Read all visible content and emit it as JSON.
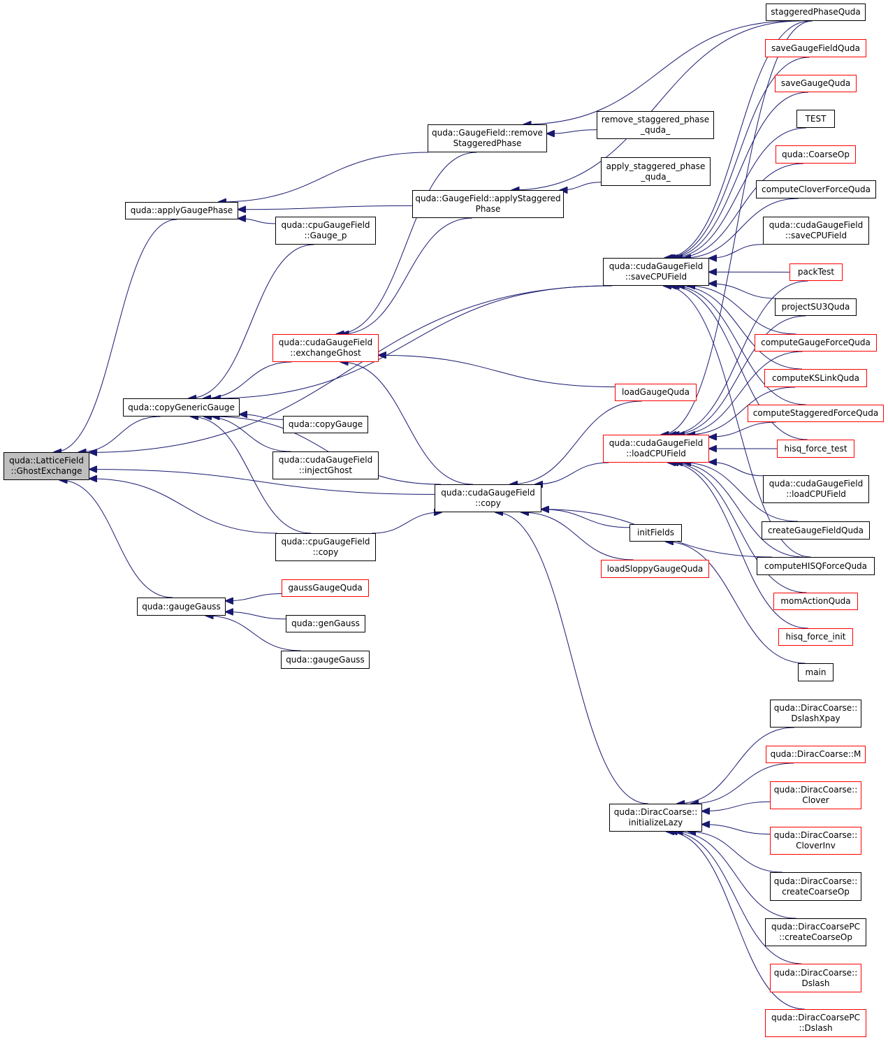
{
  "colors": {
    "edge": "#191970",
    "node_border": "#000000",
    "node_border_truncated": "#ff0000",
    "focus_fill": "#bfbfbf"
  },
  "nodes": [
    {
      "id": "ghost",
      "lines": [
        "quda::LatticeField",
        "::GhostExchange"
      ],
      "style": "focus"
    },
    {
      "id": "applyGP",
      "lines": [
        "quda::applyGaugePhase"
      ],
      "style": "normal"
    },
    {
      "id": "copyGeneric",
      "lines": [
        "quda::copyGenericGauge"
      ],
      "style": "normal"
    },
    {
      "id": "gaugeGauss1",
      "lines": [
        "quda::gaugeGauss"
      ],
      "style": "normal"
    },
    {
      "id": "removeSP",
      "lines": [
        "quda::GaugeField::remove",
        "StaggeredPhase"
      ],
      "style": "normal"
    },
    {
      "id": "applySP",
      "lines": [
        "quda::GaugeField::applyStaggered",
        "Phase"
      ],
      "style": "normal"
    },
    {
      "id": "cpuGauge_p",
      "lines": [
        "quda::cpuGaugeField",
        "::Gauge_p"
      ],
      "style": "normal"
    },
    {
      "id": "exchGhost",
      "lines": [
        "quda::cudaGaugeField",
        "::exchangeGhost"
      ],
      "style": "red"
    },
    {
      "id": "copyGauge",
      "lines": [
        "quda::copyGauge"
      ],
      "style": "normal"
    },
    {
      "id": "injectGhost",
      "lines": [
        "quda::cudaGaugeField",
        "::injectGhost"
      ],
      "style": "normal"
    },
    {
      "id": "cpuCopy",
      "lines": [
        "quda::cpuGaugeField",
        "::copy"
      ],
      "style": "normal"
    },
    {
      "id": "gaussGQ",
      "lines": [
        "gaussGaugeQuda"
      ],
      "style": "red"
    },
    {
      "id": "genGauss",
      "lines": [
        "quda::genGauss"
      ],
      "style": "normal"
    },
    {
      "id": "gaugeGauss2",
      "lines": [
        "quda::gaugeGauss"
      ],
      "style": "normal"
    },
    {
      "id": "removeSPQ",
      "lines": [
        "remove_staggered_phase",
        "_quda_"
      ],
      "style": "normal"
    },
    {
      "id": "applySPQ",
      "lines": [
        "apply_staggered_phase",
        "_quda_"
      ],
      "style": "normal"
    },
    {
      "id": "saveCPU",
      "lines": [
        "quda::cudaGaugeField",
        "::saveCPUField"
      ],
      "style": "normal"
    },
    {
      "id": "loadGQ",
      "lines": [
        "loadGaugeQuda"
      ],
      "style": "red"
    },
    {
      "id": "loadCPU",
      "lines": [
        "quda::cudaGaugeField",
        "::loadCPUField"
      ],
      "style": "red"
    },
    {
      "id": "cudaCopy",
      "lines": [
        "quda::cudaGaugeField",
        "::copy"
      ],
      "style": "normal"
    },
    {
      "id": "initFields",
      "lines": [
        "initFields"
      ],
      "style": "normal"
    },
    {
      "id": "loadSloppy",
      "lines": [
        "loadSloppyGaugeQuda"
      ],
      "style": "red"
    },
    {
      "id": "initLazy",
      "lines": [
        "quda::DiracCoarse::",
        "initializeLazy"
      ],
      "style": "normal"
    },
    {
      "id": "staggeredPQ",
      "lines": [
        "staggeredPhaseQuda"
      ],
      "style": "normal"
    },
    {
      "id": "saveGFQ",
      "lines": [
        "saveGaugeFieldQuda"
      ],
      "style": "red"
    },
    {
      "id": "saveGQ",
      "lines": [
        "saveGaugeQuda"
      ],
      "style": "red"
    },
    {
      "id": "TEST",
      "lines": [
        "TEST"
      ],
      "style": "normal"
    },
    {
      "id": "coarseOp",
      "lines": [
        "quda::CoarseOp"
      ],
      "style": "red"
    },
    {
      "id": "cloverFQ",
      "lines": [
        "computeCloverForceQuda"
      ],
      "style": "normal"
    },
    {
      "id": "saveCPU2",
      "lines": [
        "quda::cudaGaugeField",
        "::saveCPUField"
      ],
      "style": "normal"
    },
    {
      "id": "packTest",
      "lines": [
        "packTest"
      ],
      "style": "red"
    },
    {
      "id": "projSU3",
      "lines": [
        "projectSU3Quda"
      ],
      "style": "normal"
    },
    {
      "id": "gaugeFQ",
      "lines": [
        "computeGaugeForceQuda"
      ],
      "style": "red"
    },
    {
      "id": "ksLinkQ",
      "lines": [
        "computeKSLinkQuda"
      ],
      "style": "red"
    },
    {
      "id": "stagFQ",
      "lines": [
        "computeStaggeredForceQuda"
      ],
      "style": "red"
    },
    {
      "id": "hisqFT",
      "lines": [
        "hisq_force_test"
      ],
      "style": "red"
    },
    {
      "id": "loadCPU2",
      "lines": [
        "quda::cudaGaugeField",
        "::loadCPUField"
      ],
      "style": "normal"
    },
    {
      "id": "createGFQ",
      "lines": [
        "createGaugeFieldQuda"
      ],
      "style": "normal"
    },
    {
      "id": "hisqFQ",
      "lines": [
        "computeHISQForceQuda"
      ],
      "style": "normal"
    },
    {
      "id": "momAQ",
      "lines": [
        "momActionQuda"
      ],
      "style": "red"
    },
    {
      "id": "hisqFI",
      "lines": [
        "hisq_force_init"
      ],
      "style": "red"
    },
    {
      "id": "main",
      "lines": [
        "main"
      ],
      "style": "normal"
    },
    {
      "id": "dslashXpay",
      "lines": [
        "quda::DiracCoarse::",
        "DslashXpay"
      ],
      "style": "normal"
    },
    {
      "id": "dcM",
      "lines": [
        "quda::DiracCoarse::M"
      ],
      "style": "red"
    },
    {
      "id": "dcClover",
      "lines": [
        "quda::DiracCoarse::",
        "Clover"
      ],
      "style": "red"
    },
    {
      "id": "dcCloverInv",
      "lines": [
        "quda::DiracCoarse::",
        "CloverInv"
      ],
      "style": "red"
    },
    {
      "id": "dcCreateCO",
      "lines": [
        "quda::DiracCoarse::",
        "createCoarseOp"
      ],
      "style": "normal"
    },
    {
      "id": "dcpcCreateCO",
      "lines": [
        "quda::DiracCoarsePC",
        "::createCoarseOp"
      ],
      "style": "normal"
    },
    {
      "id": "dcDslash",
      "lines": [
        "quda::DiracCoarse::",
        "Dslash"
      ],
      "style": "red"
    },
    {
      "id": "dcpcDslash",
      "lines": [
        "quda::DiracCoarsePC",
        "::Dslash"
      ],
      "style": "red"
    }
  ],
  "edges": [
    [
      "applyGP",
      "ghost"
    ],
    [
      "copyGeneric",
      "ghost"
    ],
    [
      "gaugeGauss1",
      "ghost"
    ],
    [
      "saveCPU",
      "ghost"
    ],
    [
      "cudaCopy",
      "ghost"
    ],
    [
      "cpuCopy",
      "ghost"
    ],
    [
      "removeSP",
      "applyGP"
    ],
    [
      "applySP",
      "applyGP"
    ],
    [
      "cpuGauge_p",
      "applyGP"
    ],
    [
      "exchGhost",
      "copyGeneric"
    ],
    [
      "copyGauge",
      "copyGeneric"
    ],
    [
      "injectGhost",
      "copyGeneric"
    ],
    [
      "cpuCopy",
      "copyGeneric"
    ],
    [
      "cudaCopy",
      "copyGeneric"
    ],
    [
      "cpuGauge_p",
      "copyGeneric"
    ],
    [
      "saveCPU",
      "copyGeneric"
    ],
    [
      "gaussGQ",
      "gaugeGauss1"
    ],
    [
      "genGauss",
      "gaugeGauss1"
    ],
    [
      "gaugeGauss2",
      "gaugeGauss1"
    ],
    [
      "removeSPQ",
      "removeSP"
    ],
    [
      "staggeredPQ",
      "removeSP"
    ],
    [
      "applySPQ",
      "applySP"
    ],
    [
      "staggeredPQ",
      "applySP"
    ],
    [
      "removeSP",
      "exchGhost"
    ],
    [
      "applySP",
      "exchGhost"
    ],
    [
      "loadGQ",
      "exchGhost"
    ],
    [
      "cudaCopy",
      "exchGhost"
    ],
    [
      "staggeredPQ",
      "saveCPU"
    ],
    [
      "saveGFQ",
      "saveCPU"
    ],
    [
      "saveGQ",
      "saveCPU"
    ],
    [
      "TEST",
      "saveCPU"
    ],
    [
      "coarseOp",
      "saveCPU"
    ],
    [
      "cloverFQ",
      "saveCPU"
    ],
    [
      "saveCPU2",
      "saveCPU"
    ],
    [
      "packTest",
      "saveCPU"
    ],
    [
      "projSU3",
      "saveCPU"
    ],
    [
      "gaugeFQ",
      "saveCPU"
    ],
    [
      "ksLinkQ",
      "saveCPU"
    ],
    [
      "stagFQ",
      "saveCPU"
    ],
    [
      "hisqFT",
      "saveCPU"
    ],
    [
      "hisqFQ",
      "saveCPU"
    ],
    [
      "staggeredPQ",
      "loadCPU"
    ],
    [
      "packTest",
      "loadCPU"
    ],
    [
      "projSU3",
      "loadCPU"
    ],
    [
      "gaugeFQ",
      "loadCPU"
    ],
    [
      "ksLinkQ",
      "loadCPU"
    ],
    [
      "stagFQ",
      "loadCPU"
    ],
    [
      "hisqFT",
      "loadCPU"
    ],
    [
      "loadCPU2",
      "loadCPU"
    ],
    [
      "createGFQ",
      "loadCPU"
    ],
    [
      "hisqFQ",
      "loadCPU"
    ],
    [
      "momAQ",
      "loadCPU"
    ],
    [
      "hisqFI",
      "loadCPU"
    ],
    [
      "loadGQ",
      "cudaCopy"
    ],
    [
      "loadCPU",
      "cudaCopy"
    ],
    [
      "initFields",
      "cudaCopy"
    ],
    [
      "loadSloppy",
      "cudaCopy"
    ],
    [
      "initLazy",
      "cudaCopy"
    ],
    [
      "cpuCopy",
      "cudaCopy"
    ],
    [
      "hisqFQ",
      "cudaCopy"
    ],
    [
      "main",
      "initFields"
    ],
    [
      "dslashXpay",
      "initLazy"
    ],
    [
      "dcM",
      "initLazy"
    ],
    [
      "dcClover",
      "initLazy"
    ],
    [
      "dcCloverInv",
      "initLazy"
    ],
    [
      "dcCreateCO",
      "initLazy"
    ],
    [
      "dcpcCreateCO",
      "initLazy"
    ],
    [
      "dcDslash",
      "initLazy"
    ],
    [
      "dcpcDslash",
      "initLazy"
    ]
  ]
}
